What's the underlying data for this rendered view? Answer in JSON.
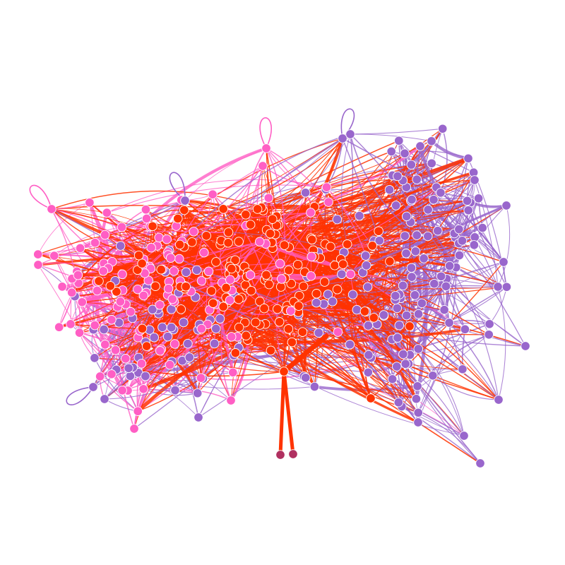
{
  "network": {
    "groups": [
      {
        "id": "red",
        "color": "#ff3300"
      },
      {
        "id": "pink",
        "color": "#ff5ec4"
      },
      {
        "id": "purple",
        "color": "#9966cc"
      },
      {
        "id": "maroon",
        "color": "#b03060"
      }
    ],
    "node_stroke": "#ffffff",
    "background": "#ffffff"
  }
}
